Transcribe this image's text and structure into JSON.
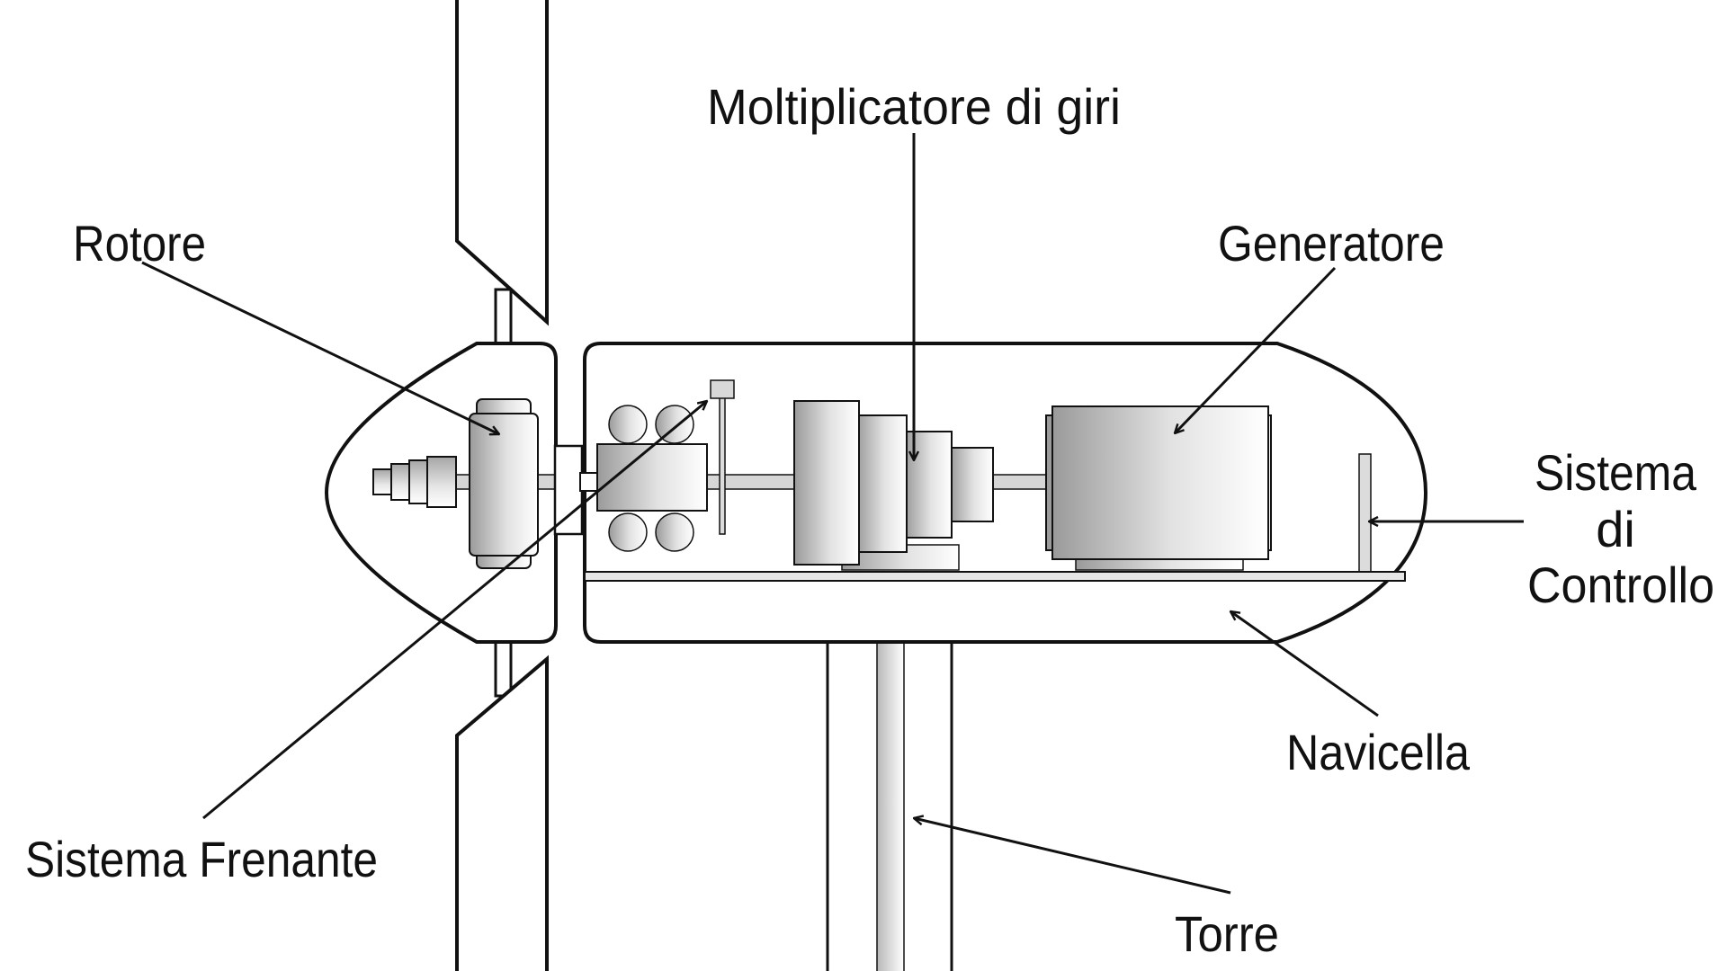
{
  "diagram": {
    "labels": {
      "rotore": "Rotore",
      "moltiplicatore": "Moltiplicatore di giri",
      "generatore": "Generatore",
      "sistema_controllo_line1": "Sistema",
      "sistema_controllo_line2": "di",
      "sistema_controllo_line3": "Controllo",
      "navicella": "Navicella",
      "torre": "Torre",
      "sistema_frenante": "Sistema Frenante"
    }
  }
}
